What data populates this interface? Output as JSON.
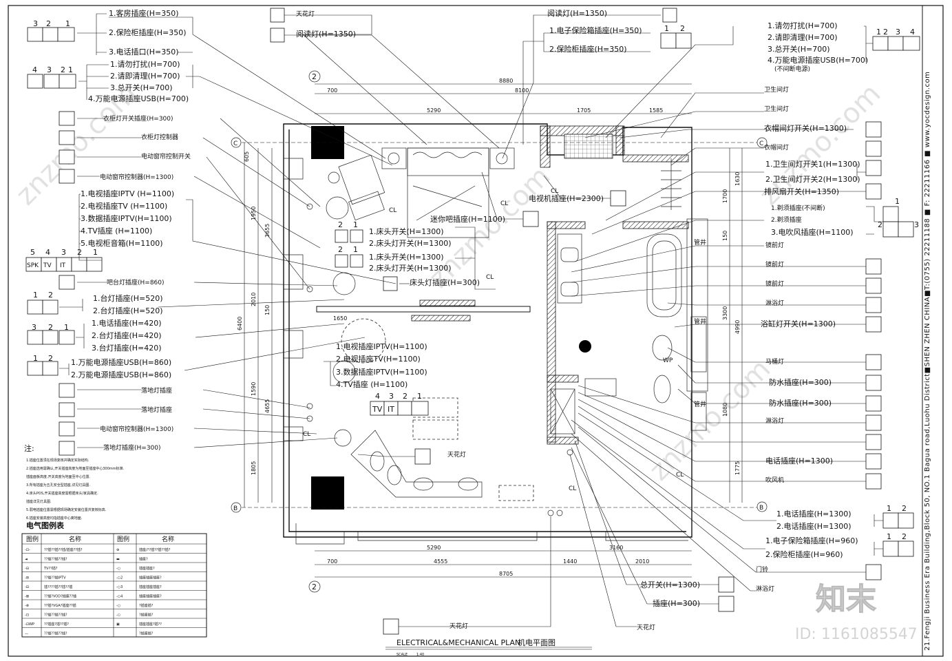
{
  "sheet": {
    "title_en": "ELECTRICAL&MECHANICAL PLAN",
    "title_zh": "机电平面图",
    "scale_label": "SCALE",
    "scale_value": "1:40",
    "side_text": "21.Fengji Business Era Building,Block 50, NO.1 Bagua road,Luohu District■SHEN ZHEN CHINA■T:(0755) 22211188 ■ F: 22211166 ■ www.yocdesign.com",
    "watermark_id": "ID: 1161085547",
    "watermark_logo": "知末",
    "watermark_site": "znzmo.com"
  },
  "grid_labels": {
    "top_axis": "2",
    "bottom_axis": "2",
    "c_left": "C",
    "c_right": "C",
    "b_left": "B",
    "b_right": "B"
  },
  "dimensions": {
    "top_total": "8880",
    "top_sub": "8100",
    "top_700": "700",
    "top_5290": "5290",
    "top_1705": "1705",
    "top_1585": "1585",
    "bottom_700": "700",
    "bottom_5290": "5290",
    "bottom_3160": "3160",
    "bottom_4555": "4555",
    "bottom_1440": "1440",
    "bottom_2010": "2010",
    "bottom_total": "8705",
    "left_605": "605",
    "left_1950": "1950",
    "left_3655": "3655",
    "left_2010": "2010",
    "left_6400": "6400",
    "left_150": "150",
    "left_1590": "1590",
    "left_4655": "4655",
    "left_1805": "1805",
    "right_1630": "1630",
    "right_1700": "1700",
    "right_150": "150",
    "right_3300": "3300",
    "right_4990": "4990",
    "right_1080": "1080",
    "right_1775": "1775",
    "inner_1650": "1650"
  },
  "left_callouts": [
    {
      "text": "1.客房插座(H=350)"
    },
    {
      "text": "2.保险柜插座(H=350)"
    },
    {
      "text": "3.电话插口(H=350)"
    },
    {
      "text": "1.请勿打扰(H=700)"
    },
    {
      "text": "2.请即清理(H=700)"
    },
    {
      "text": "3.总开关(H=700)"
    },
    {
      "text": "4.万能电源插座USB(H=700)"
    },
    {
      "text": "衣柜灯开关插座(H=300)"
    },
    {
      "text": "衣柜灯控制器"
    },
    {
      "text": "电动窗帘控制开关"
    },
    {
      "text": "电动窗帘控制器(H=1300)"
    },
    {
      "text": "1.电视插座IPTV (H=1100)"
    },
    {
      "text": "2.电视插座TV (H=1100)"
    },
    {
      "text": "3.数据插座IPTV(H=1100)"
    },
    {
      "text": "4.TV插座 (H=1100)"
    },
    {
      "text": "5.电视柜音箱(H=1100)"
    },
    {
      "text": "吧台灯插座(H=860)"
    },
    {
      "text": "1.台灯插座(H=520)"
    },
    {
      "text": "2.台灯插座(H=520)"
    },
    {
      "text": "1.电话插座(H=420)"
    },
    {
      "text": "2.台灯插座(H=420)"
    },
    {
      "text": "3.台灯插座(H=420)"
    },
    {
      "text": "1.万能电源插座USB(H=860)"
    },
    {
      "text": "2.万能电源插座USB(H=860)"
    },
    {
      "text": "落地灯插座"
    },
    {
      "text": "落地灯插座"
    },
    {
      "text": "电动窗帘控制器(H=1300)"
    },
    {
      "text": "落地灯插座(H=300)"
    }
  ],
  "center_callouts": [
    {
      "text": "天花灯"
    },
    {
      "text": "阅读灯(H=1350)"
    },
    {
      "text": "阅读灯(H=1350)"
    },
    {
      "text": "1.电子保险箱插座(H=350)"
    },
    {
      "text": "2.保险柜插座(H=350)"
    },
    {
      "text": "1.床头开关(H=1300)"
    },
    {
      "text": "2.床头灯开关(H=1300)"
    },
    {
      "text": "1.床头开关(H=1300)"
    },
    {
      "text": "2.床头灯开关(H=1300)"
    },
    {
      "text": "床头灯插座(H=300)"
    },
    {
      "text": "迷你吧插座(H=1100)"
    },
    {
      "text": "电视机插座(H=2300)"
    },
    {
      "text": "1.电视插座IPTV(H=1100)"
    },
    {
      "text": "2.电视插座TV(H=1100)"
    },
    {
      "text": "3.数据插座IPTV(H=1100)"
    },
    {
      "text": "4.TV插座 (H=1100)"
    },
    {
      "text": "天花灯"
    }
  ],
  "right_callouts": [
    {
      "text": "1.请勿打扰(H=700)"
    },
    {
      "text": "2.请即清理(H=700)"
    },
    {
      "text": "3.总开关(H=700)"
    },
    {
      "text": "4.万能电源插座USB(H=700)"
    },
    {
      "text": "(不间断电源)"
    },
    {
      "text": "卫生间灯"
    },
    {
      "text": "卫生间灯"
    },
    {
      "text": "衣帽间灯开关(H=1300)"
    },
    {
      "text": "衣帽间灯"
    },
    {
      "text": "1.卫生间灯开关1(H=1300)"
    },
    {
      "text": "2.卫生间灯开关2(H=1300)"
    },
    {
      "text": "排风扇开关(H=1350)"
    },
    {
      "text": "1.剃须插座(不间断)"
    },
    {
      "text": "2.剃须插座"
    },
    {
      "text": "3.电吹风插座(H=1100)"
    },
    {
      "text": "镜前灯"
    },
    {
      "text": "镜前灯"
    },
    {
      "text": "镜前灯"
    },
    {
      "text": "淋浴灯"
    },
    {
      "text": "浴缸灯开关(H=1300)"
    },
    {
      "text": "马桶灯"
    },
    {
      "text": "防水插座(H=300)"
    },
    {
      "text": "防水插座(H=300)"
    },
    {
      "text": "淋浴灯"
    },
    {
      "text": "电话插座(H=1300)"
    },
    {
      "text": "吹风机"
    },
    {
      "text": "1.电话插座(H=1300)"
    },
    {
      "text": "2.电话插座(H=1300)"
    },
    {
      "text": "1.电子保险箱插座(H=960)"
    },
    {
      "text": "2.保险柜插座(H=960)"
    },
    {
      "text": "门铃"
    },
    {
      "text": "淋浴灯"
    },
    {
      "text": "总开关(H=1300)"
    },
    {
      "text": "插座(H=300)"
    },
    {
      "text": "天花灯"
    }
  ],
  "fixture_labels": {
    "spk": "SPK",
    "tv": "TV",
    "it": "IT",
    "tv2": "TV",
    "it2": "IT",
    "cl": "CL",
    "wp": "WP",
    "pipe1": "管井",
    "pipe2": "管井",
    "pipe3": "管井"
  },
  "legend": {
    "title": "电气图例表",
    "headers": [
      "图例",
      "名称",
      "图例",
      "名称"
    ],
    "rows": [
      [
        "-⊡-",
        "??插??插??插/插座??插?",
        "⊕",
        "插座/??插??插??插?"
      ],
      [
        "◄",
        "??插??插??插?",
        "▬",
        "插座?"
      ],
      [
        "-⊟",
        "TV??插?",
        "-○",
        "插座插座?"
      ],
      [
        "-⊞",
        "??插??插IPTV",
        "-○2",
        "插座插座插座?"
      ],
      [
        "-⊟",
        "插????插??插??插",
        "-○3",
        "插座插座插座?"
      ],
      [
        "-⊠",
        "??插?VOD?插座??插",
        "-○4",
        "插座插座插座?"
      ],
      [
        "-⊗",
        "??插?VGA?插座??插",
        "-○",
        "?插座插?"
      ],
      [
        "-⊡",
        "??插??插??插?",
        "-○",
        "?插座插?"
      ],
      [
        "-⊡WP",
        "??插座?插??插?",
        "▣",
        "插座插座?插??"
      ],
      [
        "—",
        "??插??插??插?",
        "",
        "?插座插?"
      ]
    ]
  },
  "notes": {
    "lead": "注:",
    "lines": [
      "1.插座位置须在现场复核并确定实际结构.",
      "2.插座选用需确认,开关插座高度为地面至插座中心300mm标准.",
      "  插座面板高度,开关高度为地面至中心位置.",
      "3.所有插座为五孔安全型插座,详见灯具图.",
      "4.床头POS,开关插座高度需根据床头/家具确定.",
      "  插座详见灯具图.",
      "5.弱电插座位置需根据现场确定安装位置并复核标高.",
      "6.插座安装高度均指插座中心离地面."
    ]
  },
  "colors": {
    "ink": "#111111",
    "fill_dark": "#000000",
    "watermark": "#dcdcdc"
  }
}
